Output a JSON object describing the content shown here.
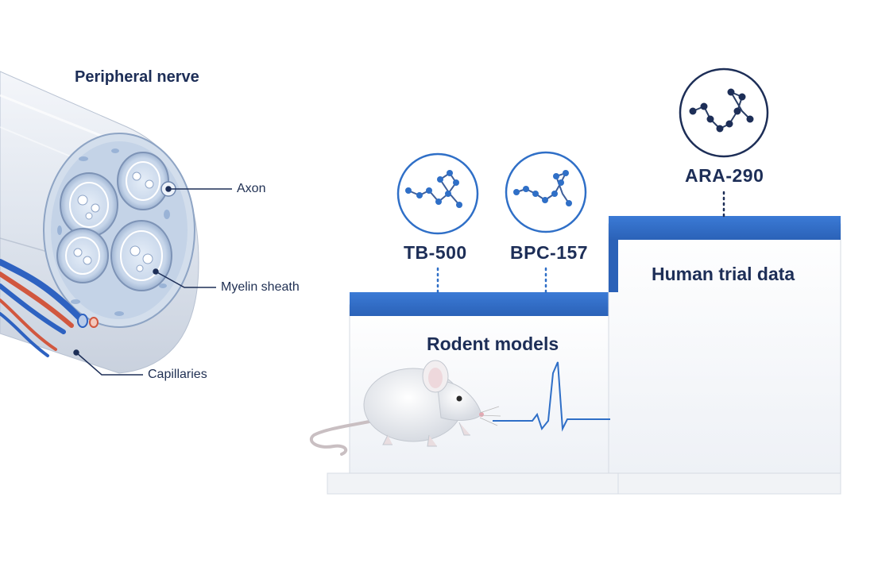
{
  "nerve": {
    "title": "Peripheral nerve",
    "parts": {
      "axon": "Axon",
      "myelin": "Myelin sheath",
      "capillaries": "Capillaries"
    }
  },
  "peptides": [
    {
      "label": "TB-500",
      "icon": "molecule-icon"
    },
    {
      "label": "BPC-157",
      "icon": "molecule-icon"
    },
    {
      "label": "ARA-290",
      "icon": "molecule-icon"
    }
  ],
  "stages": {
    "rodent": "Rodent models",
    "human": "Human trial data"
  },
  "colors": {
    "accent": "#2f6fc7",
    "navy": "#1d2e57",
    "artery": "#d1573f",
    "vein": "#2e62c1"
  }
}
